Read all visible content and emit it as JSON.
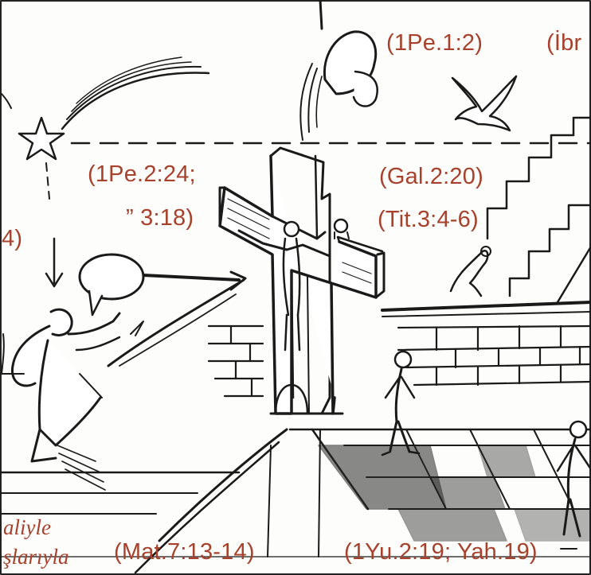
{
  "illustration": {
    "references": {
      "top_1pe": "(1Pe.1:2)",
      "top_ibr": "(İbr",
      "pe_224": "(1Pe.2:24;",
      "pe_318": "”  3:18)",
      "left_4": "4)",
      "gal": "(Gal.2:20)",
      "tit": "(Tit.3:4-6)",
      "mat": "(Mat.7:13-14)",
      "yu": "(1Yu.2:19; Yah.19)"
    },
    "fragments": {
      "aliyle": "aliyle",
      "slariyla": "şlarıyla"
    },
    "colors": {
      "reference_text": "#a8412c",
      "ink": "#1a1a1a"
    }
  }
}
